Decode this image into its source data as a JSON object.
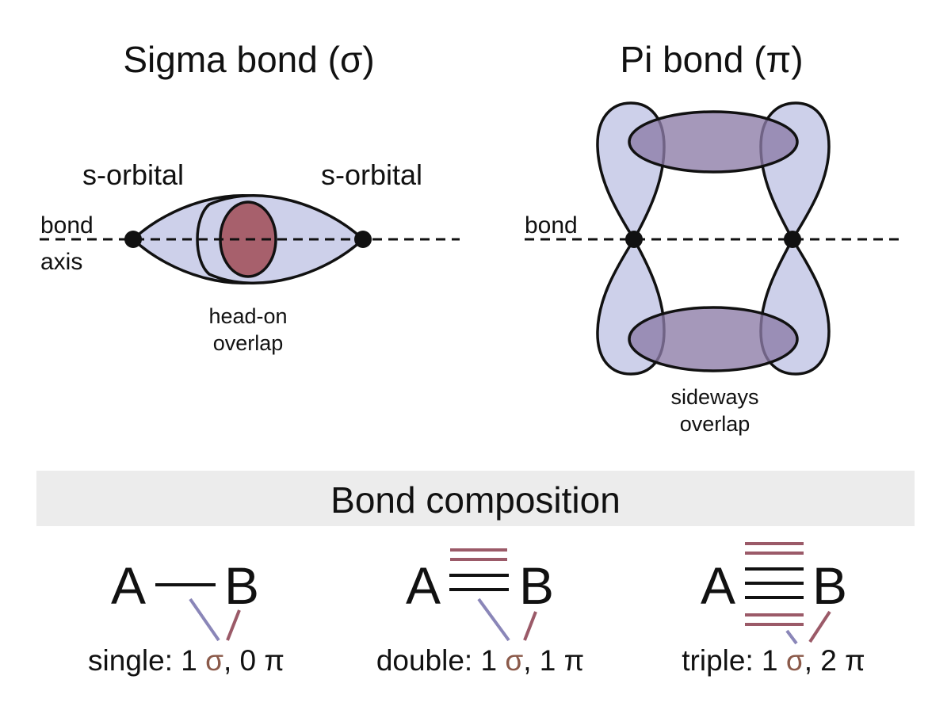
{
  "sigma": {
    "title": "Sigma bond (σ)",
    "left_orbital_label": "s-orbital",
    "right_orbital_label": "s-orbital",
    "axis_label_line1": "bond",
    "axis_label_line2": "axis",
    "overlap_line1": "head-on",
    "overlap_line2": "overlap"
  },
  "pi": {
    "title": "Pi bond (π)",
    "axis_label": "bond",
    "overlap_line1": "sideways",
    "overlap_line2": "overlap"
  },
  "composition": {
    "title": "Bond composition",
    "atom_a": "A",
    "atom_b": "B",
    "sigma_symbol": "σ",
    "items": [
      {
        "kind": "single",
        "prefix": "single: 1 ",
        "suffix": ", 0 π"
      },
      {
        "kind": "double",
        "prefix": "double: 1 ",
        "suffix": ", 1 π"
      },
      {
        "kind": "triple",
        "prefix": "triple: 1 ",
        "suffix": ", 2 π"
      }
    ]
  },
  "colors": {
    "orbital_fill": "#cdd0ea",
    "sigma_overlap": "#a7606c",
    "pi_overlap": "#8c7ba6",
    "sigma_line": "#8a86b8",
    "pi_line": "#9b5a68",
    "banner": "#ececec"
  }
}
